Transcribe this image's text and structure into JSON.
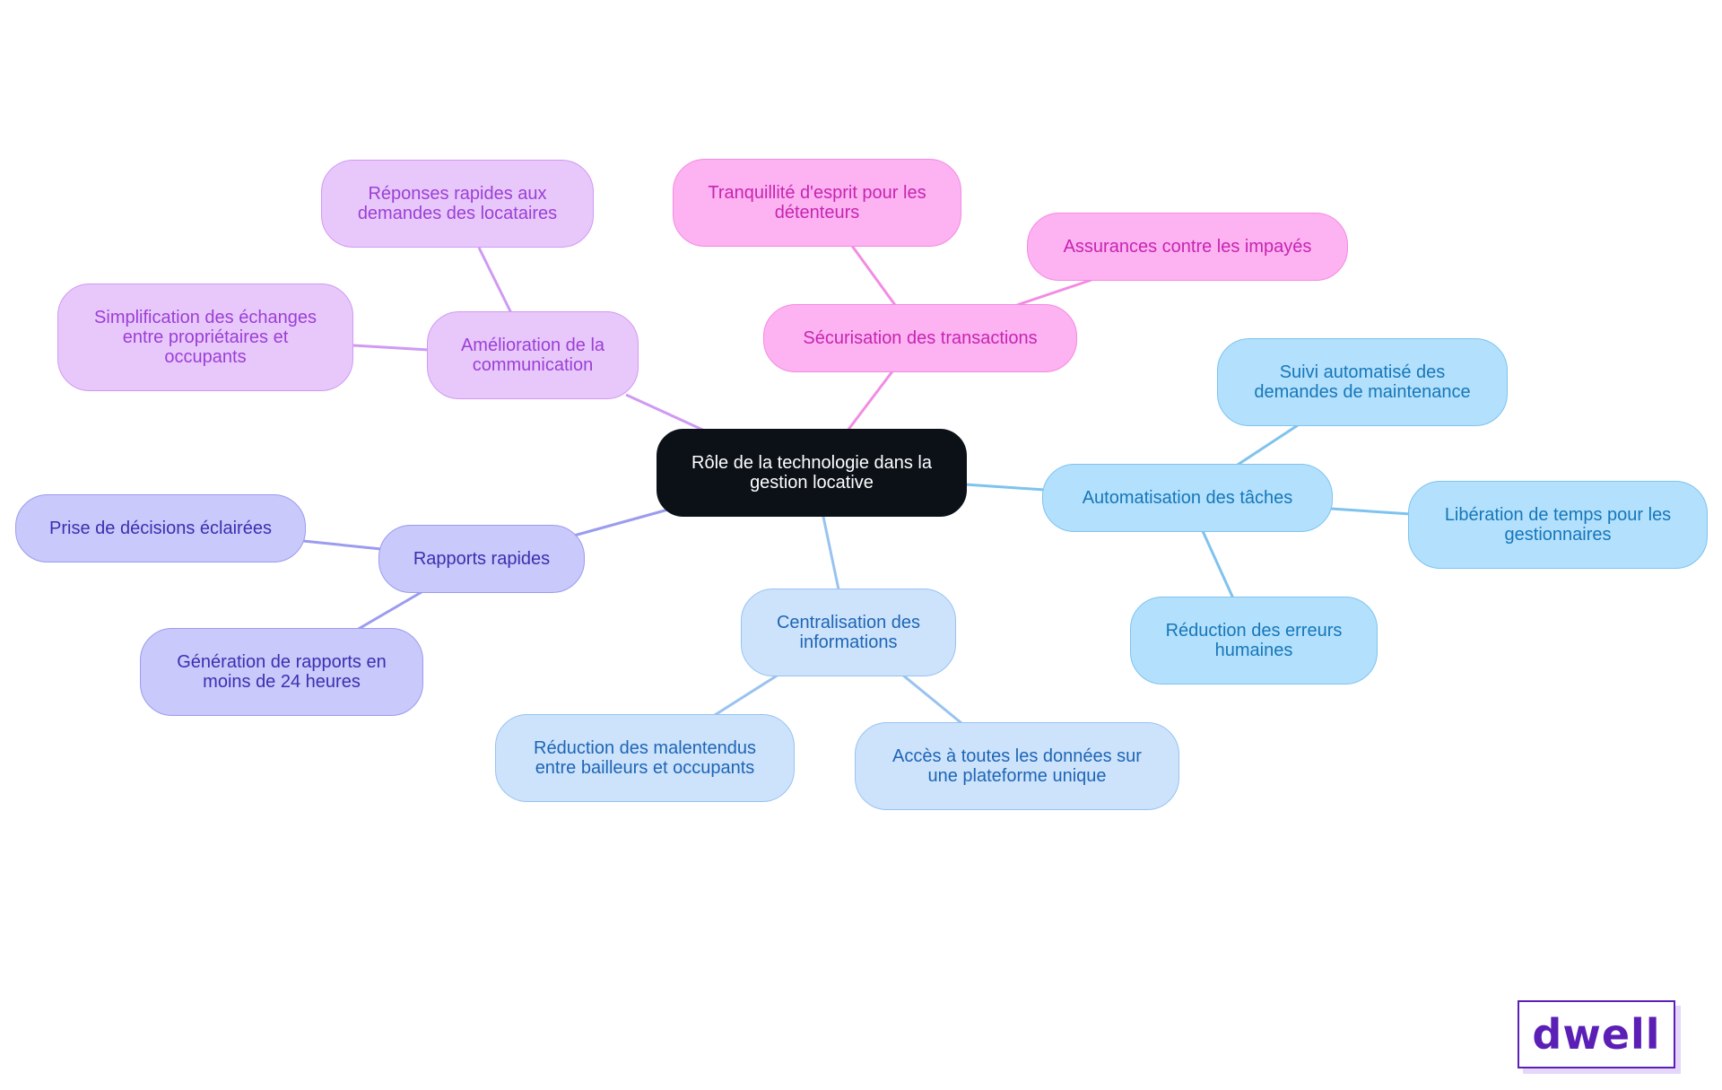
{
  "colors": {
    "center": "#0c1118",
    "purple": "#e8c8fb",
    "pink": "#fdb2f2",
    "blue": "#b3e0fd",
    "light_blue": "#cde3fc",
    "indigo": "#c9c9fb",
    "logo": "#5b1fb6"
  },
  "mindmap": {
    "center": "Rôle de la technologie dans la\ngestion locative",
    "branches": [
      {
        "id": "communication",
        "label": "Amélioration de la\ncommunication",
        "children": [
          "Réponses rapides aux\ndemandes des locataires",
          "Simplification des échanges\nentre propriétaires et\noccupants"
        ]
      },
      {
        "id": "securisation",
        "label": "Sécurisation des transactions",
        "children": [
          "Tranquillité d'esprit pour les\ndétenteurs",
          "Assurances contre les impayés"
        ]
      },
      {
        "id": "automatisation",
        "label": "Automatisation des tâches",
        "children": [
          "Suivi automatisé des\ndemandes de maintenance",
          "Libération de temps pour les\ngestionnaires",
          "Réduction des erreurs\nhumaines"
        ]
      },
      {
        "id": "centralisation",
        "label": "Centralisation des\ninformations",
        "children": [
          "Réduction des malentendus\nentre bailleurs et occupants",
          "Accès à toutes les données sur\nune plateforme unique"
        ]
      },
      {
        "id": "rapports",
        "label": "Rapports rapides",
        "children": [
          "Prise de décisions éclairées",
          "Génération de rapports en\nmoins de 24 heures"
        ]
      }
    ]
  },
  "logo": "dwell"
}
